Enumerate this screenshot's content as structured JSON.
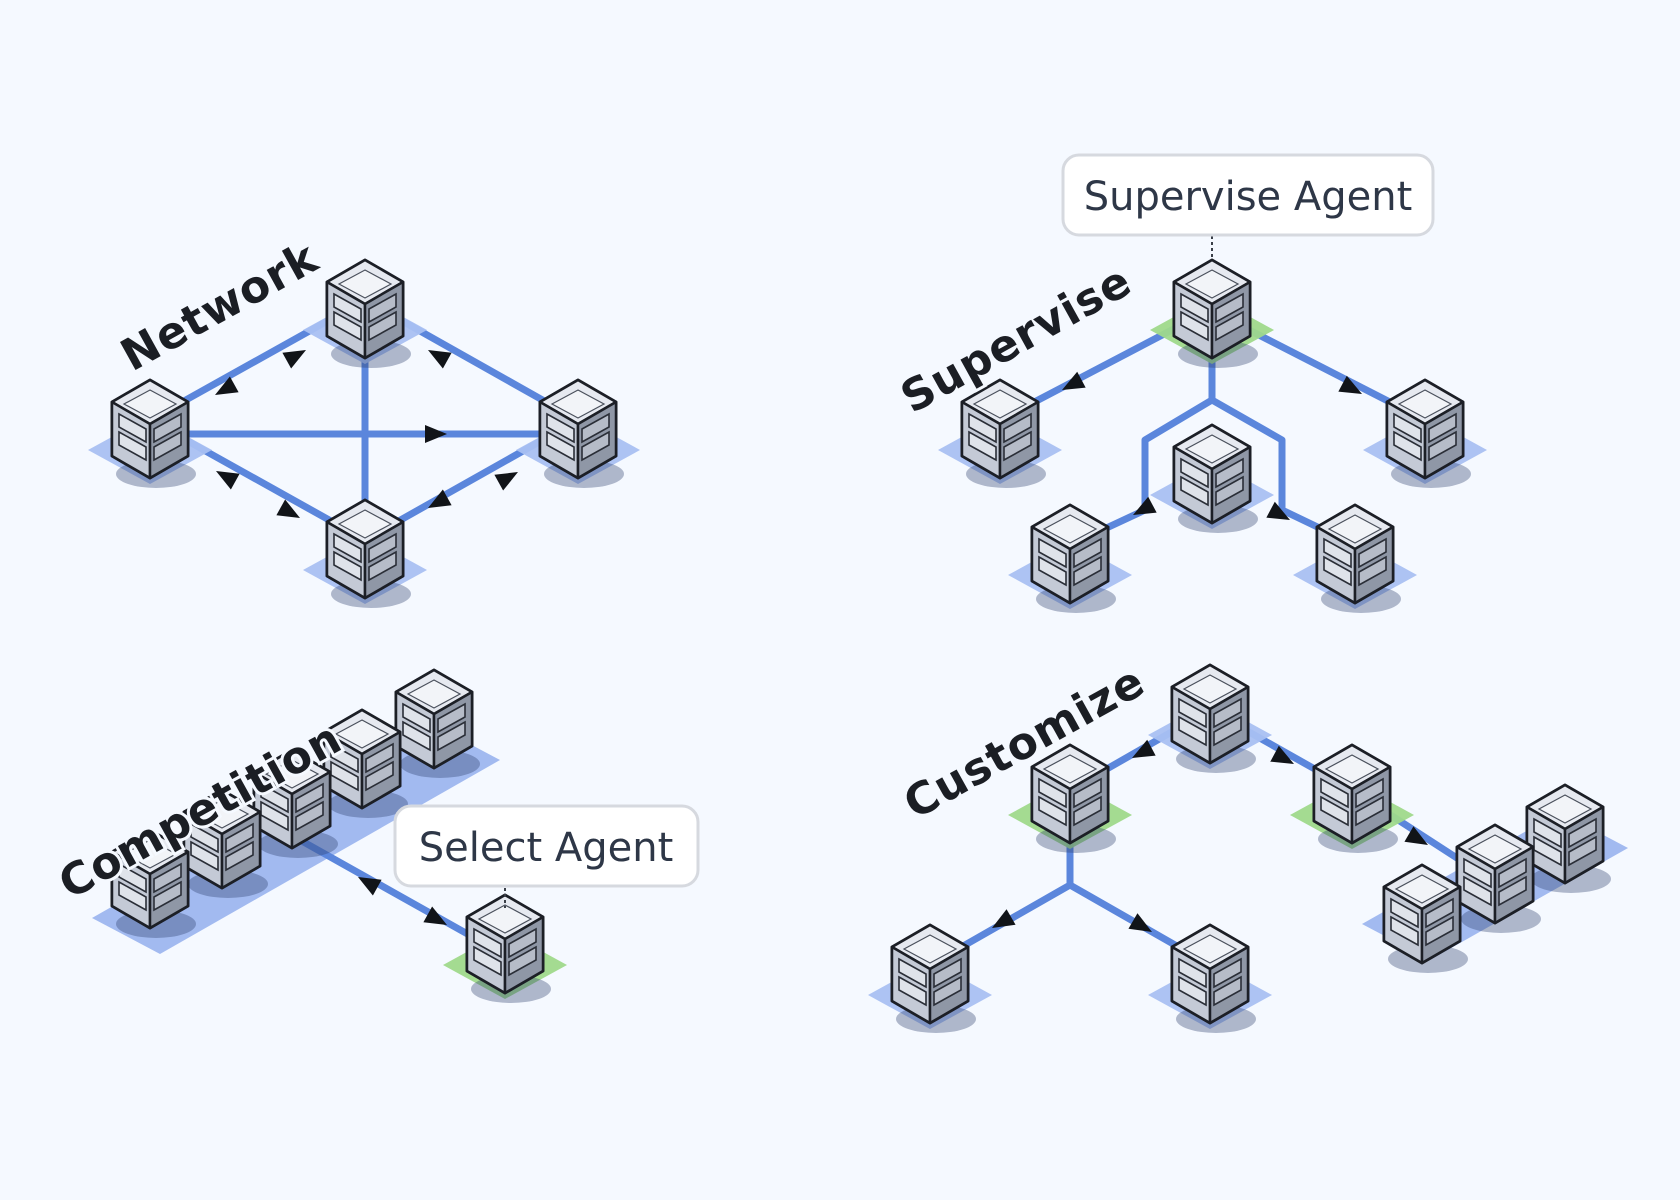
{
  "colors": {
    "background": "#f5f9ff",
    "edge_blue": "#5b86dc",
    "tray_blue": "#a9c0f2",
    "tray_green": "#9fd98b",
    "cube_top": "#e3e7ef",
    "cube_left": "#c9ced8",
    "cube_right": "#9aa1ae",
    "cube_outline": "#1c1f26",
    "callout_border": "#d6d9df",
    "title_text": "#1b1e24"
  },
  "icons": {
    "node": "server-cube-icon",
    "arrow": "arrowhead-icon"
  },
  "diagrams": {
    "network": {
      "title": "Network",
      "agent_count": 4
    },
    "supervise": {
      "title": "Supervise",
      "callout": "Supervise Agent",
      "agent_count": 6,
      "highlighted_agents": 1
    },
    "competition": {
      "title": "Competition",
      "callout": "Select Agent",
      "agent_count": 6,
      "highlighted_agents": 1
    },
    "customize": {
      "title": "Customize",
      "agent_count": 8,
      "highlighted_agents": 2
    }
  }
}
